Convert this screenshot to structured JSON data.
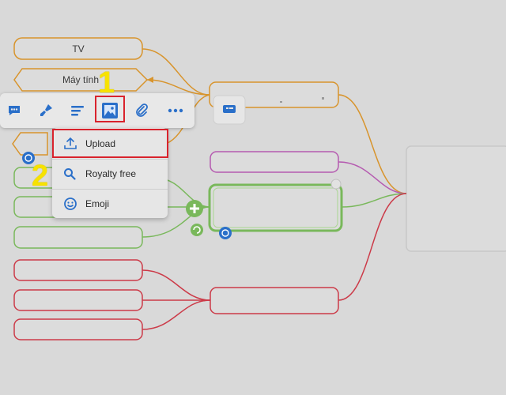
{
  "mindmap": {
    "nodes": [
      {
        "label": "TV"
      },
      {
        "label": "Máy tính"
      }
    ]
  },
  "toolbar": {
    "items": [
      {
        "icon": "comment-icon"
      },
      {
        "icon": "paint-brush-icon"
      },
      {
        "icon": "text-align-icon"
      },
      {
        "icon": "image-icon"
      },
      {
        "icon": "attachment-icon"
      },
      {
        "icon": "more-icon"
      }
    ]
  },
  "image_menu": {
    "items": [
      {
        "label": "Upload",
        "icon": "upload-icon"
      },
      {
        "label": "Royalty free",
        "icon": "search-icon"
      },
      {
        "label": "Emoji",
        "icon": "emoji-icon"
      }
    ]
  },
  "annotations": {
    "step_1": "1",
    "step_2": "2",
    "highlight_color": "#d9232d",
    "number_color": "#f7e200"
  },
  "colors": {
    "background": "#d9d9d9",
    "orange_branch": "#d8942c",
    "purple_branch": "#b55ab0",
    "green_branch": "#79b85b",
    "red_branch": "#cc3a48",
    "accent_blue": "#2a6fc9"
  }
}
